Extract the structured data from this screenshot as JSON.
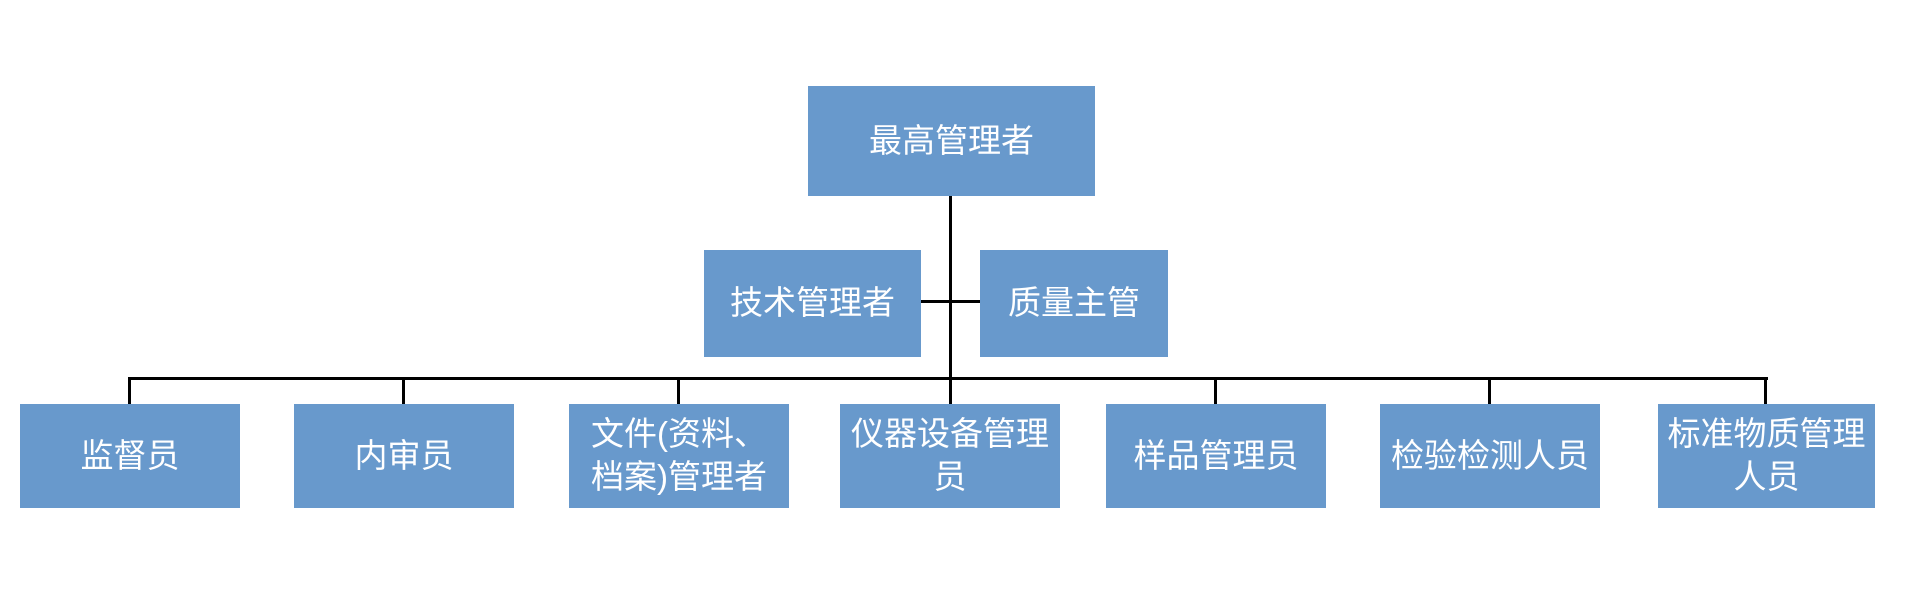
{
  "colors": {
    "box_fill": "#6899CC",
    "box_text": "#FFFFFF",
    "line_color": "#000000",
    "page_bg": "#FFFFFF"
  },
  "org_chart": {
    "type": "organization-chart",
    "root": {
      "label": "最高管理者"
    },
    "level2": [
      {
        "label": "技术管理者"
      },
      {
        "label": "质量主管"
      }
    ],
    "level3": [
      {
        "label": "监督员"
      },
      {
        "label": "内审员"
      },
      {
        "label": "文件(资料、\n档案)管理者"
      },
      {
        "label": "仪器设备管理\n员"
      },
      {
        "label": "样品管理员"
      },
      {
        "label": "检验检测人员"
      },
      {
        "label": "标准物质管理\n人员"
      }
    ]
  }
}
